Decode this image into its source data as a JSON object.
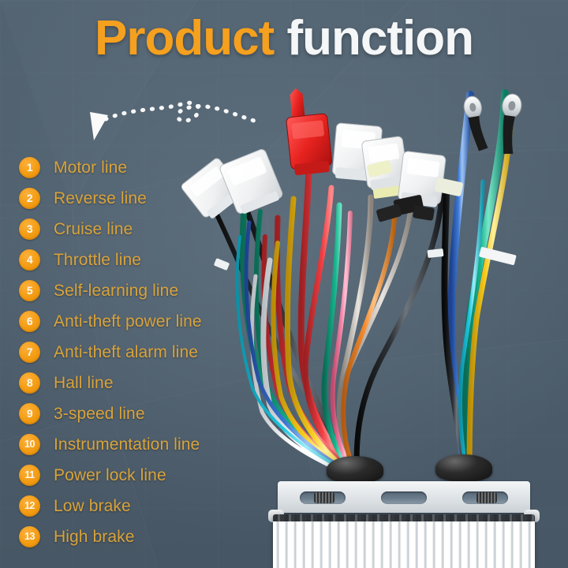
{
  "title": {
    "part1": "Product",
    "part2": " function",
    "color_accent": "#F5A01E",
    "color_plain": "#F4F6F7"
  },
  "background": {
    "color": "#4e5f6e"
  },
  "decoration": {
    "arrow_name": "dashed-curved-arrow",
    "arrow_color": "#FFFFFF"
  },
  "list": {
    "badge_color": "#F39C12",
    "label_color": "#D9A33A",
    "items": [
      {
        "number": "1",
        "label": "Motor line"
      },
      {
        "number": "2",
        "label": "Reverse line"
      },
      {
        "number": "3",
        "label": "Cruise line"
      },
      {
        "number": "4",
        "label": "Throttle line"
      },
      {
        "number": "5",
        "label": "Self-learning line"
      },
      {
        "number": "6",
        "label": "Anti-theft power line"
      },
      {
        "number": "7",
        "label": "Anti-theft alarm line"
      },
      {
        "number": "8",
        "label": "Hall line"
      },
      {
        "number": "9",
        "label": "3-speed line"
      },
      {
        "number": "10",
        "label": "Instrumentation line"
      },
      {
        "number": "11",
        "label": "Power lock line"
      },
      {
        "number": "12",
        "label": "Low brake"
      },
      {
        "number": "13",
        "label": "High brake"
      }
    ]
  },
  "product_photo": {
    "subject": "brushless motor controller with wiring harness",
    "controller": {
      "body_finish": "finned aluminium heatsink",
      "bracket": "mounting bracket with three oval slots",
      "grommet_count": 2
    },
    "harness": {
      "connector_colors": [
        "white",
        "red",
        "white",
        "white",
        "white",
        "white"
      ],
      "wire_colors": [
        "#e23b3b",
        "#16a085",
        "#f2c511",
        "#ffffff",
        "#1b1b1b",
        "#2f6fd0",
        "#b9b2ad",
        "#ef7fa0",
        "#3fbfa0",
        "#f08c2e"
      ],
      "terminal_wires": [
        {
          "color": "#3a7fe0",
          "name": "blue-ring-terminal-wire"
        },
        {
          "color": "#16c79a",
          "name": "green-ring-terminal-wire"
        }
      ]
    }
  }
}
